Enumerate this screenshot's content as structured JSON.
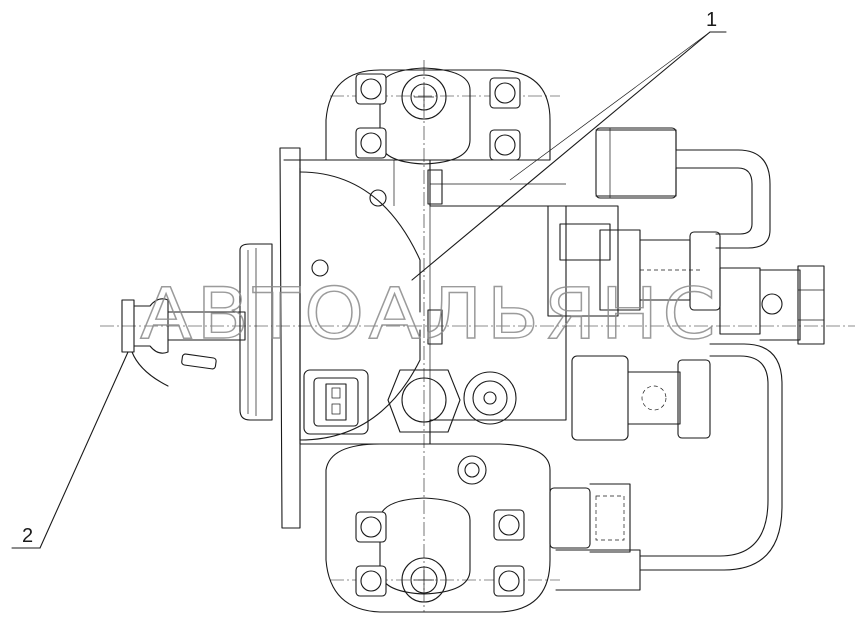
{
  "drawing": {
    "callouts": [
      {
        "id": "callout-1",
        "label": "1"
      },
      {
        "id": "callout-2",
        "label": "2"
      }
    ],
    "watermark": "АВТОАЛЬЯНС"
  },
  "colors": {
    "line": "#1a1a1a",
    "background": "#ffffff",
    "watermark": "#8a8a8a"
  }
}
